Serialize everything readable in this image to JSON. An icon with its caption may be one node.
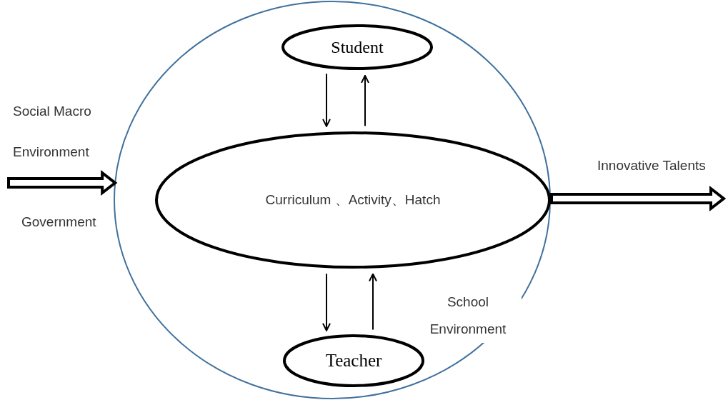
{
  "diagram": {
    "nodes": [
      {
        "text": [
          "School Environment"
        ]
      },
      {
        "text": [
          "Student"
        ],
        "in": 0
      },
      {
        "text": [
          "Curriculum 、Activity、Hatch"
        ],
        "in": 0
      },
      {
        "text": [
          "Teacher"
        ],
        "in": 0
      }
    ],
    "edges": [
      {
        "from": null,
        "to": 0,
        "arrow": "to",
        "style": "thick"
      },
      {
        "from": 0,
        "to": null,
        "arrow": "to",
        "style": "thick",
        "label": "Innovative Talents"
      },
      {
        "from": 1,
        "to": 2,
        "arrow": "to"
      },
      {
        "from": 2,
        "to": 1,
        "arrow": "to"
      },
      {
        "from": 2,
        "to": 3,
        "arrow": "to"
      },
      {
        "from": 3,
        "to": 2,
        "arrow": "to"
      }
    ],
    "labels": [
      "Social Macro Environment",
      "Government"
    ]
  }
}
